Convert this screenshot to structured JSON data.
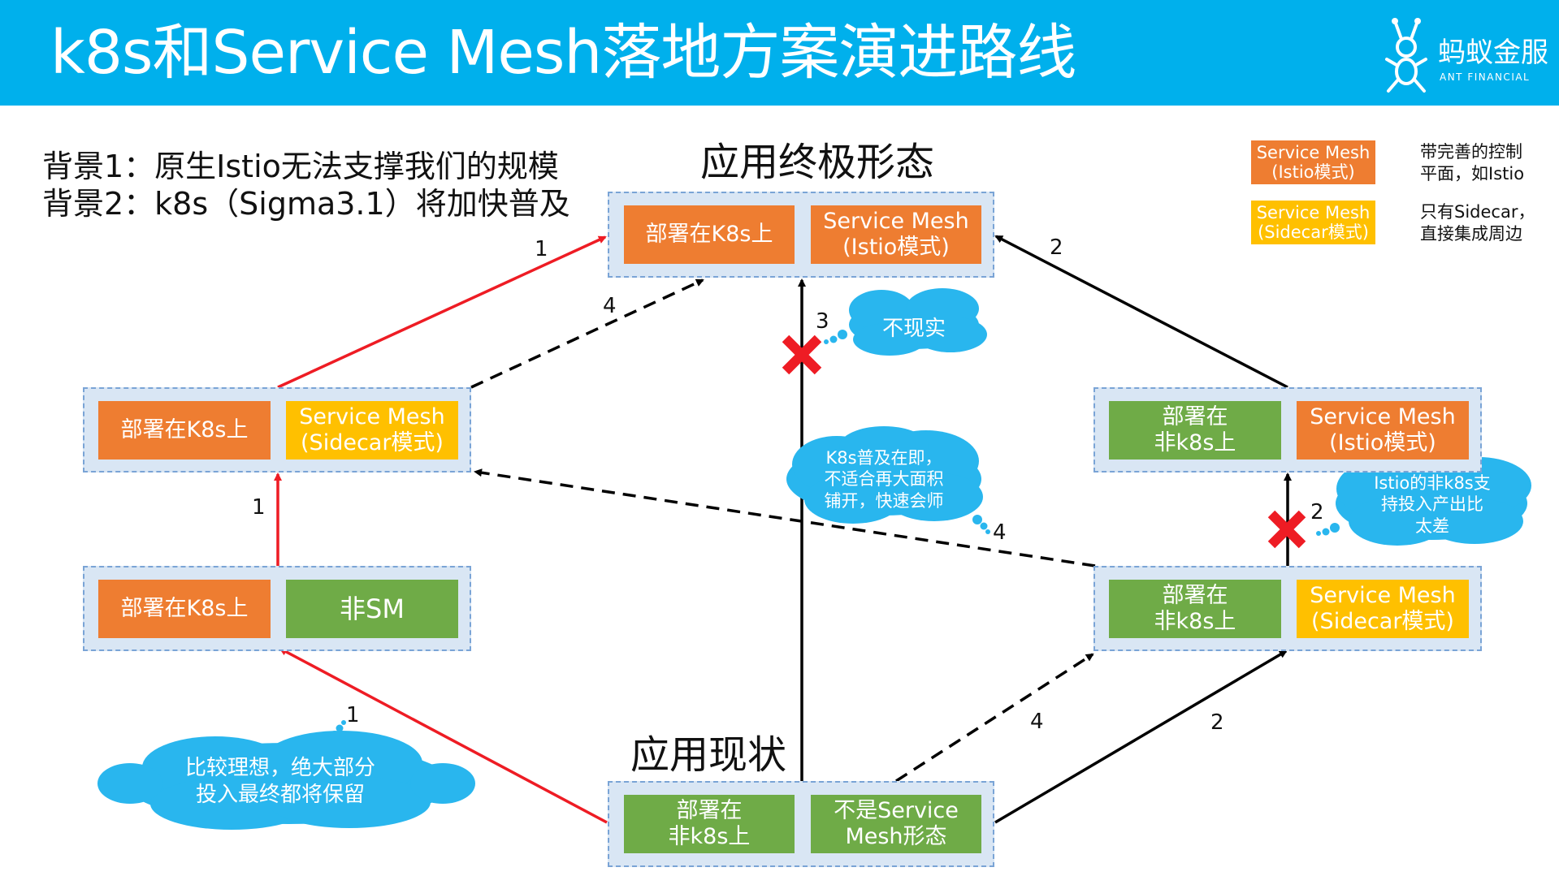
{
  "header": {
    "title": "k8s和Service Mesh落地方案演进路线",
    "logo_cn": "蚂蚁金服",
    "logo_en": "ANT FINANCIAL"
  },
  "background": {
    "line1": "背景1：原生Istio无法支撑我们的规模",
    "line2": "背景2：k8s（Sigma3.1）将加快普及"
  },
  "headings": {
    "final": "应用终极形态",
    "current": "应用现状"
  },
  "legend": [
    {
      "label": "Service Mesh\n(Istio模式)",
      "desc": "带完善的控制\n平面，如Istio"
    },
    {
      "label": "Service Mesh\n(Sidecar模式)",
      "desc": "只有Sidecar，\n直接集成周边"
    }
  ],
  "states": {
    "final": {
      "left": "部署在K8s上",
      "right": "Service Mesh\n(Istio模式)"
    },
    "left_mid": {
      "left": "部署在K8s上",
      "right": "Service Mesh\n(Sidecar模式)"
    },
    "left_low": {
      "left": "部署在K8s上",
      "right": "非SM"
    },
    "right_mid": {
      "left": "部署在\n非k8s上",
      "right": "Service Mesh\n(Istio模式)"
    },
    "right_low": {
      "left": "部署在\n非k8s上",
      "right": "Service Mesh\n(Sidecar模式)"
    },
    "current": {
      "left": "部署在\n非k8s上",
      "right": "不是Service\nMesh形态"
    }
  },
  "path_labels": {
    "n1a": "1",
    "n1b": "1",
    "n1c": "1",
    "n2a": "2",
    "n2b": "2",
    "n2c": "2",
    "n3": "3",
    "n4a": "4",
    "n4b": "4",
    "n4c": "4"
  },
  "callouts": {
    "unrealistic": "不现实",
    "k8s": "K8s普及在即，\n不适合再大面积\n铺开，快速会师",
    "istio": "Istio的非k8s支\n持投入产出比\n太差",
    "ideal": "比较理想，绝大部分\n投入最终都将保留"
  },
  "colors": {
    "header": "#00b0ec",
    "orange": "#ee7d31",
    "green": "#6fab47",
    "yellow": "#ffc000",
    "cloud": "#29b6ee",
    "red_arrow": "#ee1c24",
    "group_fill": "#d9e6f4"
  },
  "icons": [
    "ant-logo-icon",
    "cross-mark-icon",
    "cloud-callout-icon"
  ]
}
